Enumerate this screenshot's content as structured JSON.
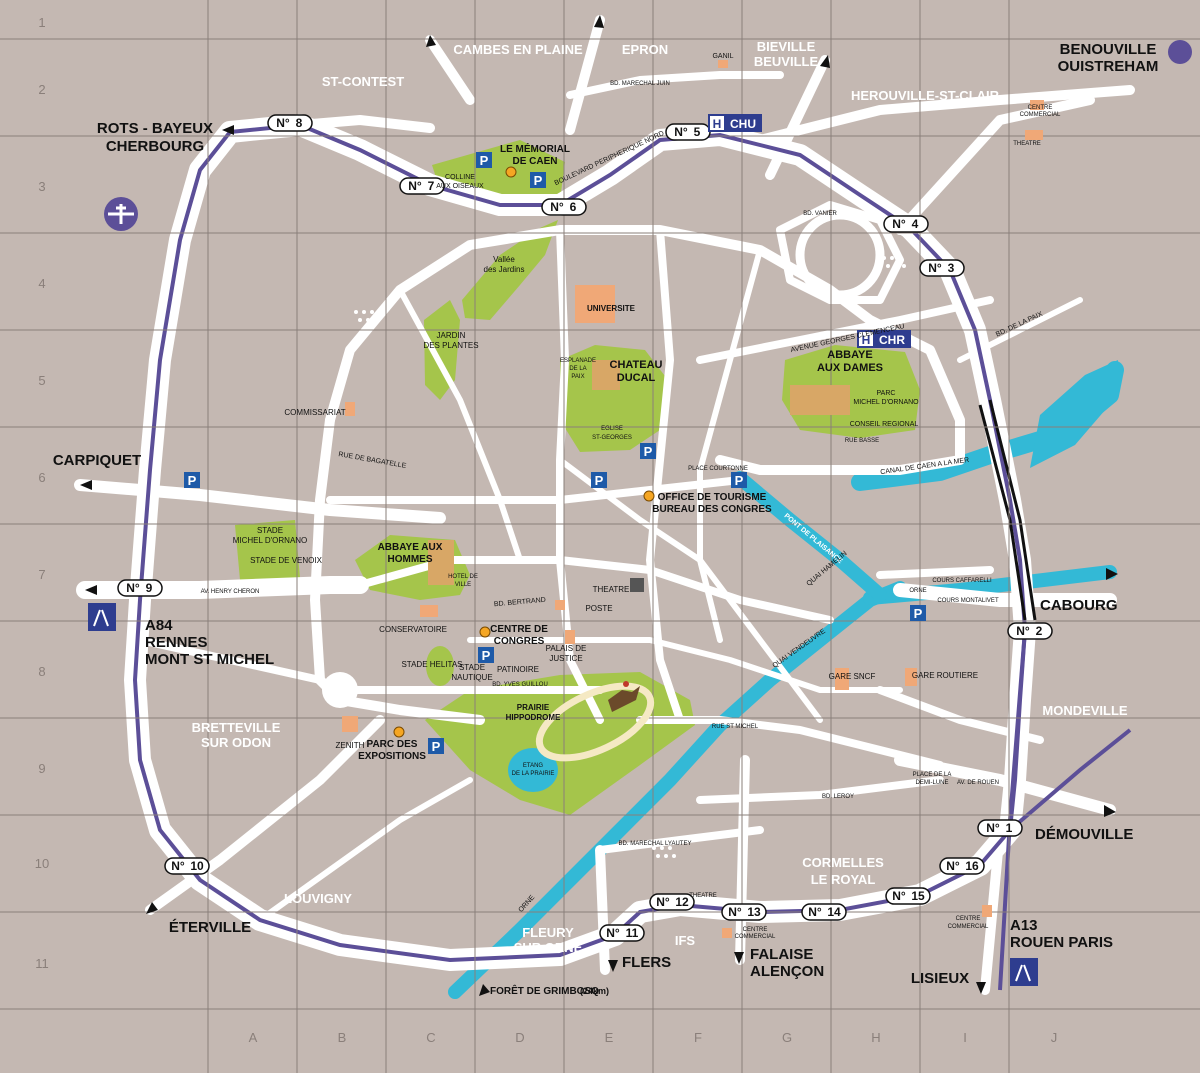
{
  "colors": {
    "background": "#c4b8b2",
    "road": "#ffffff",
    "ring_road": "#5c4f98",
    "river": "#33b9d6",
    "green": "#a5c54b",
    "grid": "#8a7f7a",
    "black_text": "#111111",
    "label_white": "#ffffff",
    "marker_orange": "#f5a623",
    "hospital_blue": "#2e3d8f",
    "parking_blue": "#1e5aa8"
  },
  "grid": {
    "columns": [
      "A",
      "B",
      "C",
      "D",
      "E",
      "F",
      "G",
      "H",
      "I",
      "J"
    ],
    "rows": [
      "1",
      "2",
      "3",
      "4",
      "5",
      "6",
      "7",
      "8",
      "9",
      "10",
      "11"
    ]
  },
  "exits": {
    "x8": "8",
    "x7": "7",
    "x6": "6",
    "x5": "5",
    "x4": "4",
    "x3": "3",
    "x9": "9",
    "x2": "2",
    "x1": "1",
    "x16": "16",
    "x15": "15",
    "x14": "14",
    "x13": "13",
    "x12": "12",
    "x11": "11",
    "x10": "10"
  },
  "destinations": {
    "rots": "ROTS - BAYEUX",
    "cherbourg": "CHERBOURG",
    "carpiquet": "CARPIQUET",
    "a84": "A84",
    "rennes": "RENNES",
    "montstmichel": "MONT ST MICHEL",
    "eterville": "ÉTERVILLE",
    "flers": "FLERS",
    "falaise": "FALAISE",
    "alencon": "ALENÇON",
    "lisieux": "LISIEUX",
    "a13": "A13",
    "rouenparis": "ROUEN PARIS",
    "demouville": "DÉMOUVILLE",
    "cabourg": "CABOURG",
    "benouville": "BENOUVILLE",
    "ouistreham": "OUISTREHAM",
    "grimbosq": "FORÊT DE GRIMBOSQ",
    "grimbosq_dist": "(24km)"
  },
  "districts": {
    "cambes": "CAMBES EN PLAINE",
    "epron": "EPRON",
    "bieville1": "BIEVILLE",
    "bieville2": "BEUVILLE",
    "herouville": "HEROUVILLE-ST-CLAIR",
    "stcontest": "ST-CONTEST",
    "bretteville1": "BRETTEVILLE",
    "bretteville2": "SUR ODON",
    "louvigny": "LOUVIGNY",
    "fleury1": "FLEURY",
    "fleury2": "SUR ORNE",
    "ifs": "IFS",
    "cormelles1": "CORMELLES",
    "cormelles2": "LE ROYAL",
    "mondeville": "MONDEVILLE"
  },
  "landmarks": {
    "memorial1": "LE MÉMORIAL",
    "memorial2": "DE CAEN",
    "chateau1": "CHATEAU",
    "chateau2": "DUCAL",
    "abbaye_dames1": "ABBAYE",
    "abbaye_dames2": "AUX DAMES",
    "abbaye_hommes1": "ABBAYE AUX",
    "abbaye_hommes2": "HOMMES",
    "office1": "OFFICE DE TOURISME",
    "office2": "BUREAU DES CONGRES",
    "congres1": "CENTRE DE",
    "congres2": "CONGRES",
    "expo1": "PARC DES",
    "expo2": "EXPOSITIONS",
    "chu": "CHU",
    "chr": "CHR",
    "h": "H",
    "p": "P",
    "universite": "UNIVERSITE",
    "hippodrome1": "PRAIRIE",
    "hippodrome2": "HIPPODROME",
    "vallee1": "Vallée",
    "vallee2": "des Jardins",
    "jardin1": "JARDIN",
    "jardin2": "DES PLANTES",
    "colline1": "COLLINE",
    "colline2": "AUX OISEAUX",
    "ornano1": "STADE",
    "ornano2": "MICHEL D'ORNANO",
    "venoix": "STADE DE VENOIX",
    "helitas": "STADE HELITAS",
    "nautique1": "STADE",
    "nautique2": "NAUTIQUE",
    "patinoire": "PATINOIRE",
    "palais1": "PALAIS DE",
    "palais2": "JUSTICE",
    "conservatoire": "CONSERVATOIRE",
    "zenith": "ZENITH",
    "commissariat": "COMMISSARIAT",
    "poste": "POSTE",
    "theatre": "THEATRE",
    "gare_sncf": "GARE SNCF",
    "gare_routiere": "GARE ROUTIERE",
    "conseil": "CONSEIL REGIONAL",
    "parc_ornano1": "PARC",
    "parc_ornano2": "MICHEL D'ORNANO",
    "ganil": "GANIL",
    "etang1": "ETANG",
    "etang2": "DE LA PRAIRIE",
    "esplanade1": "ESPLANADE",
    "esplanade2": "DE LA",
    "esplanade3": "PAIX",
    "st_georges1": "EGLISE",
    "st_georges2": "ST-GEORGES",
    "hotel_ville1": "HOTEL DE",
    "hotel_ville2": "VILLE",
    "centre_commercial1": "CENTRE",
    "centre_commercial2": "COMMERCIAL",
    "theatre_ifs": "THEATRE",
    "pont": "PONT DE PLAISANCE",
    "orne": "ORNE",
    "canal": "CANAL DE CAEN A LA MER",
    "cours_caffarelli": "COURS CAFFARELLI",
    "cours_montalivet": "COURS MONTALIVET",
    "quai_vendeuvre": "QUAI VENDEUVRE",
    "quai_hamelin": "QUAI HAMELIN",
    "bd_leroy": "BD. LEROY",
    "av_rouen": "AV. DE ROUEN",
    "place_demi_lune1": "PLACE DE LA",
    "place_demi_lune2": "DEMI-LUNE",
    "av_henry_cheron": "AV. HENRY CHERON",
    "rue_bagatelle": "RUE DE BAGATELLE",
    "bd_marechal_juin": "BD. MARECHAL JUIN",
    "bd_peripherique_nord": "BOULEVARD PERIPHERIQUE NORD",
    "bd_yves_guillou": "BD. YVES GUILLOU",
    "bd_bertrand": "BD. BERTRAND",
    "rue_st_michel": "RUE ST MICHEL",
    "bd_marechal_lyautey": "BD. MARECHAL LYAUTEY",
    "av_vanier": "BD. VANIER",
    "bd_de_la_paix": "BD. DE LA PAIX",
    "av_clemenceau": "AVENUE GEORGES CLEMENCEAU",
    "rue_basse": "RUE BASSE",
    "place_courtonne": "PLACE COURTONNE"
  }
}
